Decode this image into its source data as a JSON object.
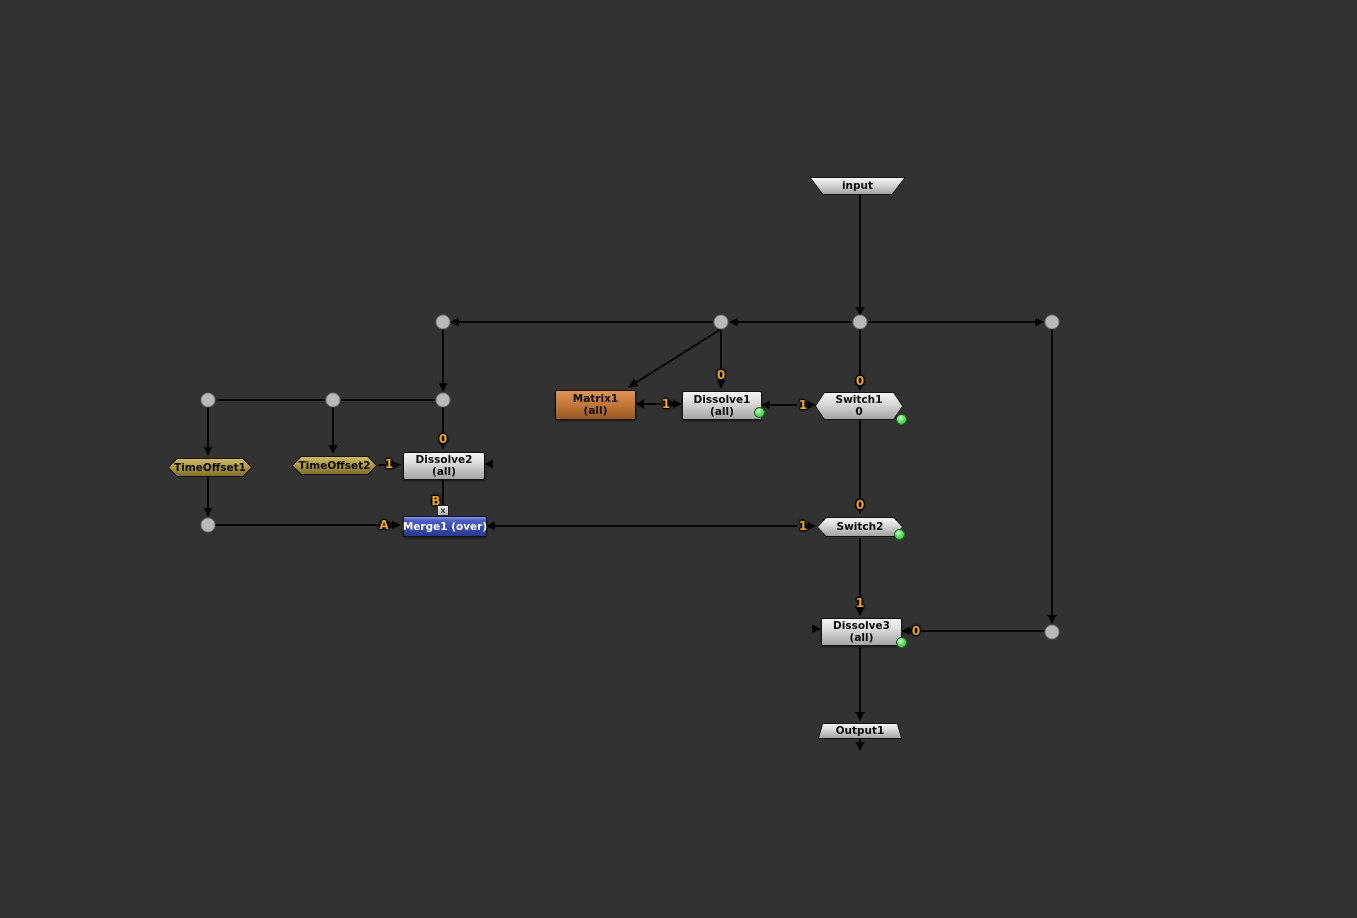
{
  "app": "node-graph-editor",
  "colors": {
    "background": "#323232",
    "wire": "#000000",
    "port_label_orange": "#eda32b",
    "node_gray": "#c8c8c8",
    "node_orange": "#c57a3c",
    "node_olive": "#af9944",
    "node_blue": "#3547a6",
    "cached_indicator_green": "#4ed34e",
    "junction_dot": "#b6b6b6"
  },
  "nodes": {
    "input": {
      "label": "input"
    },
    "matrix1": {
      "label": "Matrix1",
      "channels": "(all)"
    },
    "dissolve1": {
      "label": "Dissolve1",
      "channels": "(all)"
    },
    "switch1": {
      "label": "Switch1",
      "which": "0"
    },
    "timeoffset1": {
      "label": "TimeOffset1"
    },
    "timeoffset2": {
      "label": "TimeOffset2"
    },
    "dissolve2": {
      "label": "Dissolve2",
      "channels": "(all)"
    },
    "merge1": {
      "label": "Merge1 (over)"
    },
    "switch2": {
      "label": "Switch2"
    },
    "dissolve3": {
      "label": "Dissolve3",
      "channels": "(all)"
    },
    "output1": {
      "label": "Output1"
    }
  },
  "ports": {
    "dissolve1_in0": "0",
    "switch1_in0": "0",
    "dissolve2_in0": "0",
    "matrix1_link": "1",
    "switch1_link": "1",
    "timeoffset2_link": "1",
    "merge_a": "A",
    "merge_b": "B",
    "switch2_in0": "0",
    "switch2_link": "1",
    "dissolve3_in1": "1",
    "dissolve3_in0": "0",
    "merge_mask": "x"
  }
}
